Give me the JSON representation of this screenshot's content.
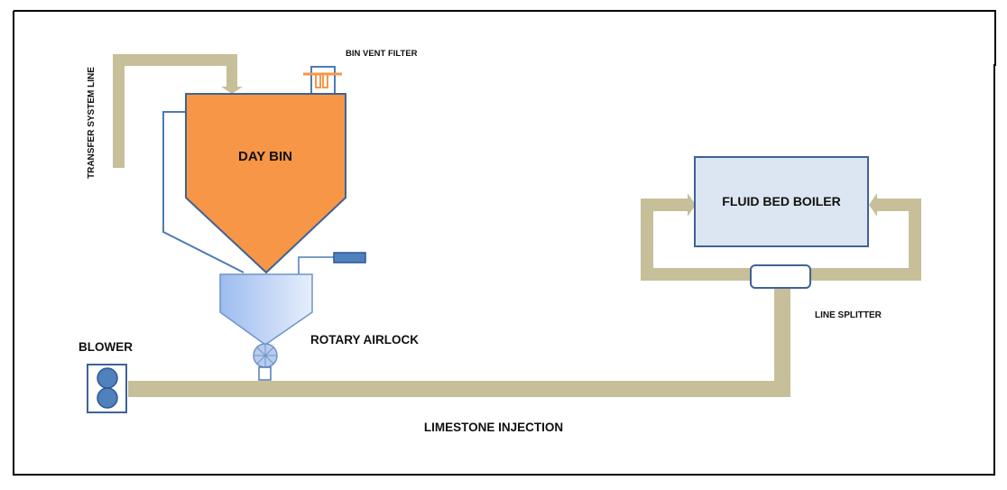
{
  "diagram": {
    "title": "Limestone injection system",
    "labels": {
      "transfer_line": "TRANSFER SYSTEM LINE",
      "bin_vent_filter": "BIN VENT FILTER",
      "day_bin": "DAY BIN",
      "rotary_airlock": "ROTARY AIRLOCK",
      "blower": "BLOWER",
      "fluid_bed_boiler": "FLUID BED BOILER",
      "line_splitter": "LINE SPLITTER",
      "limestone_injection": "LIMESTONE INJECTION"
    },
    "colors": {
      "pipe": "#c6bf9a",
      "day_bin_fill": "#f79646",
      "outline_blue": "#4f7bb5",
      "boiler_fill": "#dce6f2",
      "filter_orange": "#f79646",
      "frame": "#000000"
    },
    "components": [
      {
        "id": "transfer-system-line",
        "label": "TRANSFER SYSTEM LINE"
      },
      {
        "id": "bin-vent-filter",
        "label": "BIN VENT FILTER"
      },
      {
        "id": "day-bin",
        "label": "DAY BIN"
      },
      {
        "id": "rotary-airlock",
        "label": "ROTARY AIRLOCK"
      },
      {
        "id": "blower",
        "label": "BLOWER"
      },
      {
        "id": "fluid-bed-boiler",
        "label": "FLUID BED BOILER"
      },
      {
        "id": "line-splitter",
        "label": "LINE SPLITTER"
      }
    ],
    "connections": [
      {
        "from": "transfer-system-line",
        "to": "day-bin"
      },
      {
        "from": "day-bin",
        "to": "rotary-airlock"
      },
      {
        "from": "blower",
        "to": "line-splitter",
        "label": "LIMESTONE INJECTION"
      },
      {
        "from": "line-splitter",
        "to": "fluid-bed-boiler"
      }
    ]
  }
}
